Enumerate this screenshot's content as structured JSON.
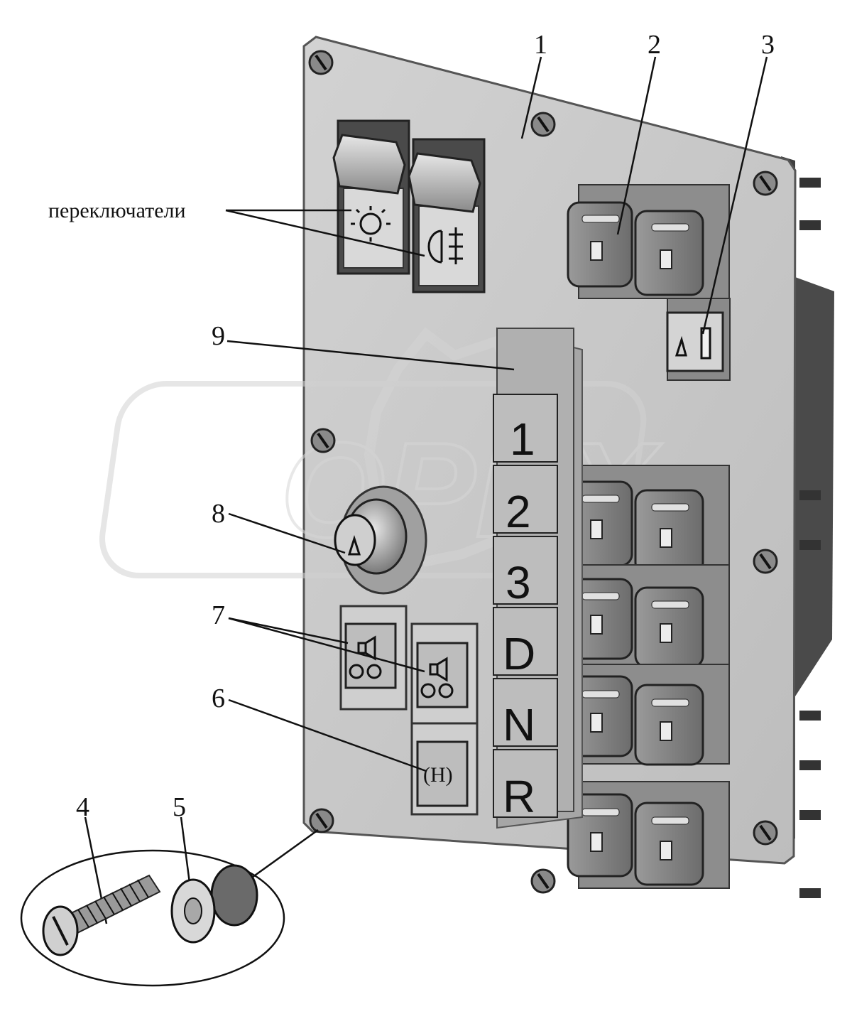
{
  "callouts": {
    "c1": "1",
    "c2": "2",
    "c3": "3",
    "c4": "4",
    "c5": "5",
    "c6": "6",
    "c7": "7",
    "c8": "8",
    "c9": "9"
  },
  "switches_label": "переключатели",
  "gear_selector": {
    "gear1": "1",
    "gear2": "2",
    "gear3": "3",
    "gearD": "D",
    "gearN": "N",
    "gearR": "R"
  },
  "watermark": "OPEX",
  "parking_symbol": "(H)",
  "colors": {
    "panel": "#c9c9c9",
    "panel_edge": "#6e6e6e",
    "switch_dark": "#5a5a5a",
    "switch_light": "#b9b9b9"
  }
}
